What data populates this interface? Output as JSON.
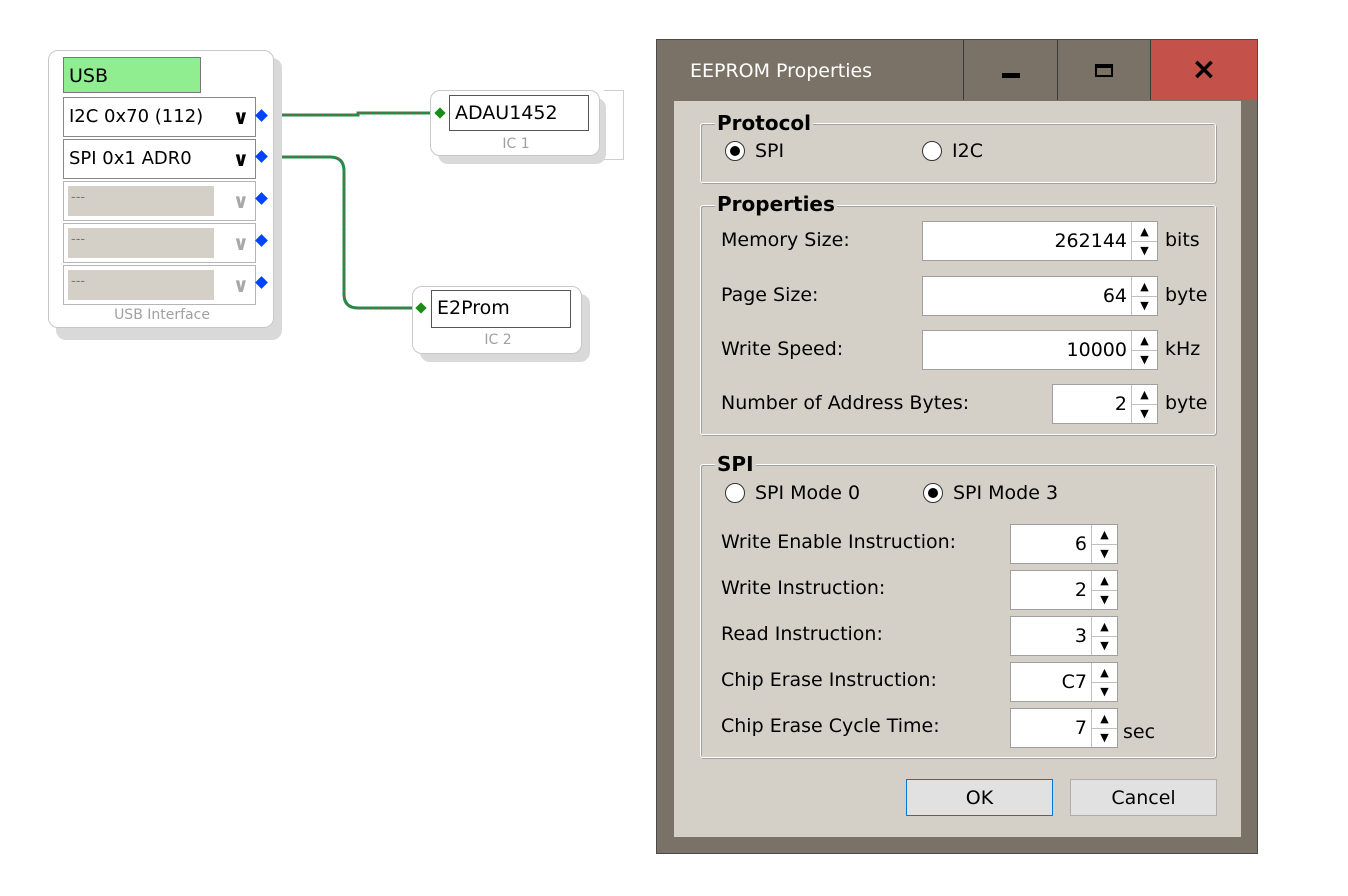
{
  "canvas": {
    "usb_block": {
      "title": "USB",
      "ports": [
        {
          "label": "I2C 0x70 (112)",
          "enabled": true
        },
        {
          "label": "SPI 0x1 ADR0",
          "enabled": true
        },
        {
          "label": "---",
          "enabled": false
        },
        {
          "label": "---",
          "enabled": false
        },
        {
          "label": "---",
          "enabled": false
        }
      ],
      "footer": "USB Interface"
    },
    "ic1": {
      "name": "ADAU1452",
      "label": "IC 1"
    },
    "ic2": {
      "name": "E2Prom",
      "label": "IC 2"
    },
    "colors": {
      "wire": "#1f8c4a",
      "pin": "#0044ff",
      "usb_title_bg": "#90ee90"
    }
  },
  "dialog": {
    "title": "EEPROM Properties",
    "controls": {
      "minimize": "minimize-icon",
      "maximize": "maximize-icon",
      "close": "×"
    },
    "colors": {
      "titlebar": "#7a7266",
      "close": "#c4514a",
      "client": "#d4d0c8"
    },
    "protocol": {
      "title": "Protocol",
      "options": [
        {
          "label": "SPI",
          "selected": true
        },
        {
          "label": "I2C",
          "selected": false
        }
      ]
    },
    "properties": {
      "title": "Properties",
      "memory_size": {
        "label": "Memory Size:",
        "value": "262144",
        "unit": "bits"
      },
      "page_size": {
        "label": "Page Size:",
        "value": "64",
        "unit": "byte"
      },
      "write_speed": {
        "label": "Write Speed:",
        "value": "10000",
        "unit": "kHz"
      },
      "address_bytes": {
        "label": "Number of Address Bytes:",
        "value": "2",
        "unit": "byte"
      }
    },
    "spi": {
      "title": "SPI",
      "modes": [
        {
          "label": "SPI Mode 0",
          "selected": false
        },
        {
          "label": "SPI Mode 3",
          "selected": true
        }
      ],
      "write_enable": {
        "label": "Write Enable Instruction:",
        "value": "6"
      },
      "write": {
        "label": "Write Instruction:",
        "value": "2"
      },
      "read": {
        "label": "Read Instruction:",
        "value": "3"
      },
      "chip_erase": {
        "label": "Chip Erase Instruction:",
        "value": "C7"
      },
      "erase_cycle": {
        "label": "Chip Erase Cycle Time:",
        "value": "7",
        "unit": "sec"
      }
    },
    "ok_label": "OK",
    "cancel_label": "Cancel"
  }
}
